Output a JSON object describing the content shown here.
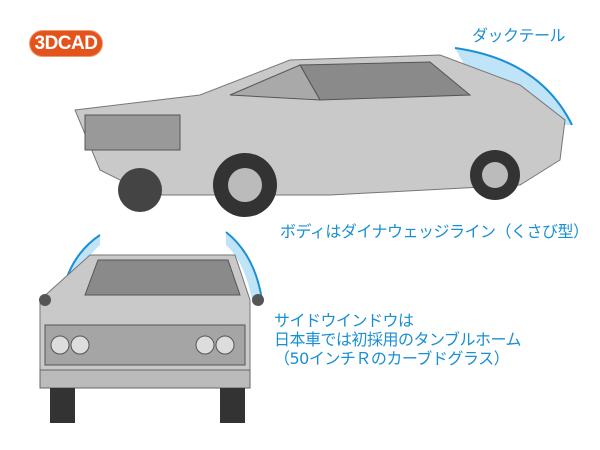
{
  "badge": "3DCAD",
  "captions": {
    "ducktail": "ダックテール",
    "body": "ボディはダイナウェッジライン（くさび型）",
    "side_window": [
      "サイドウインドウは",
      "日本車では初採用のタンブルホーム",
      "（50インチＲのカーブドグラス）"
    ]
  },
  "colors": {
    "badge": "#e4531b",
    "caption": "#1a8fd3",
    "highlight": "#bfe3f7"
  }
}
